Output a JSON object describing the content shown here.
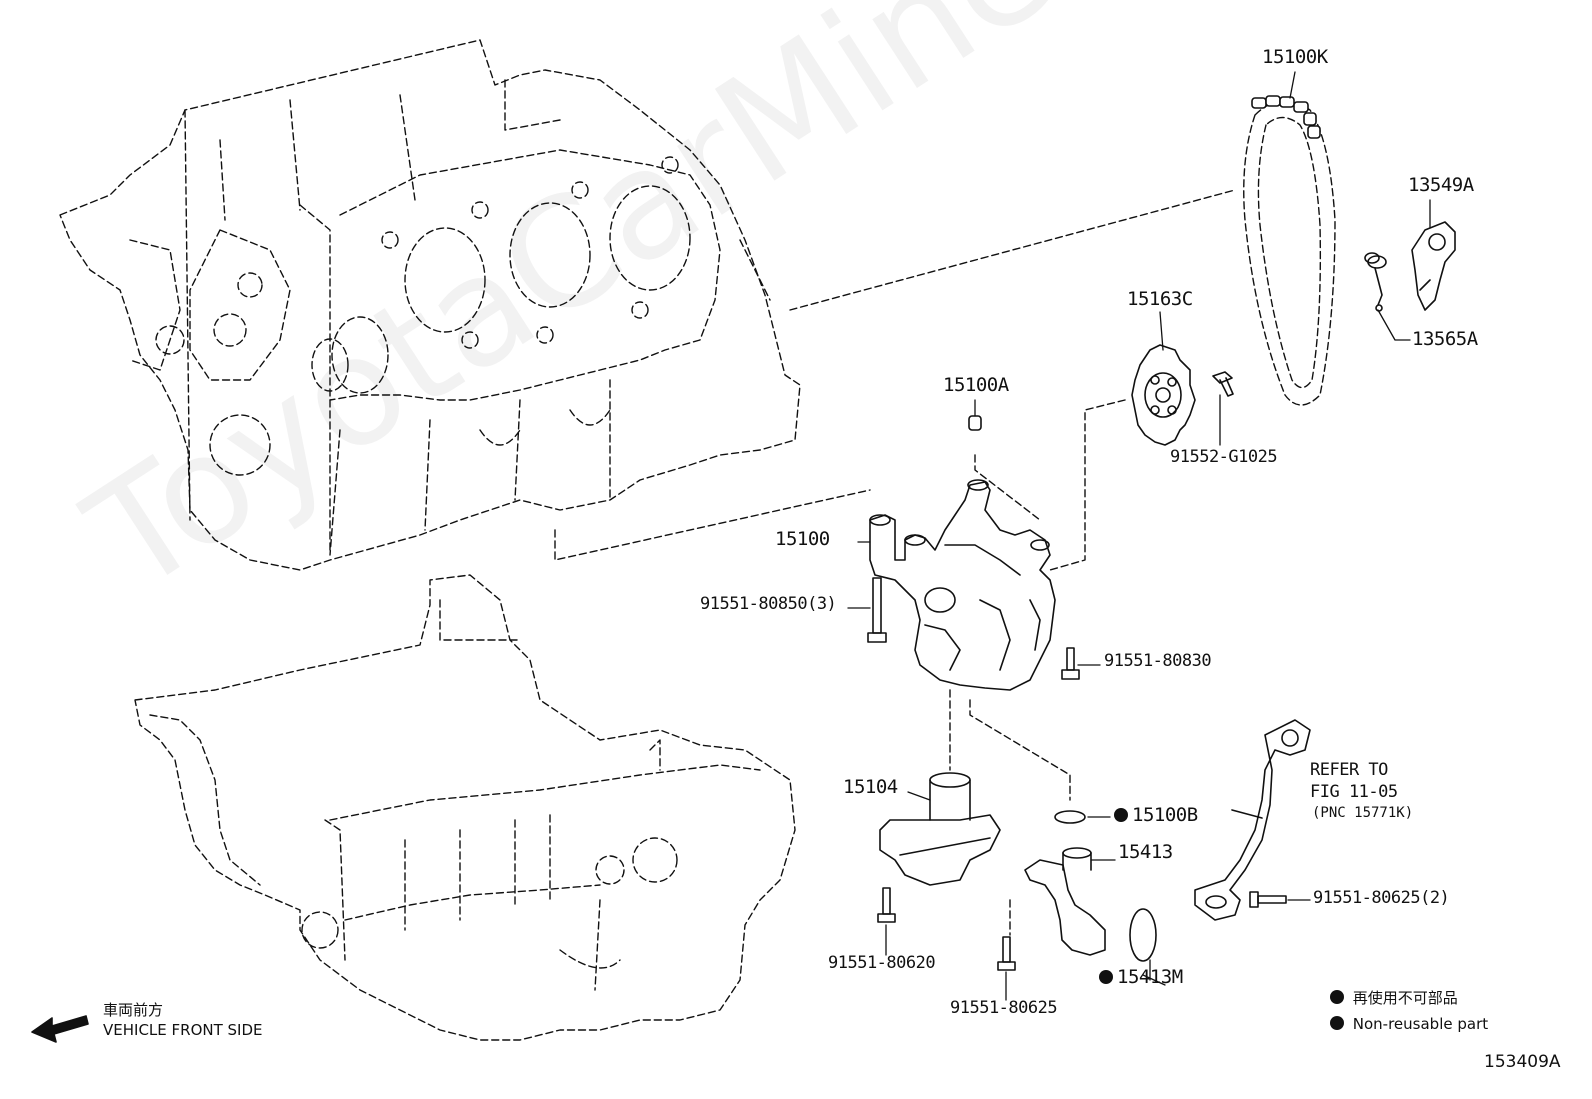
{
  "watermark": "ToyotaCarMiner.ru",
  "parts": {
    "p15100K": "15100K",
    "p13549A": "13549A",
    "p13565A": "13565A",
    "p15163C": "15163C",
    "p91552G1025": "91552-G1025",
    "p15100A": "15100A",
    "p15100": "15100",
    "p91551_80850": "91551-80850(3)",
    "p91551_80830": "91551-80830",
    "p15104": "15104",
    "p15100B": "15100B",
    "p15413": "15413",
    "p15413M": "15413M",
    "p91551_80620": "91551-80620",
    "p91551_80625": "91551-80625",
    "p91551_80625_2": "91551-80625(2)"
  },
  "refer": {
    "line1": "REFER TO",
    "line2": "FIG 11-05",
    "line3": "(PNC 15771K)"
  },
  "direction": {
    "jp": "車両前方",
    "en": "VEHICLE FRONT SIDE"
  },
  "legend": {
    "jp": "再使用不可部品",
    "en": "Non-reusable part"
  },
  "figure_id": "153409A"
}
